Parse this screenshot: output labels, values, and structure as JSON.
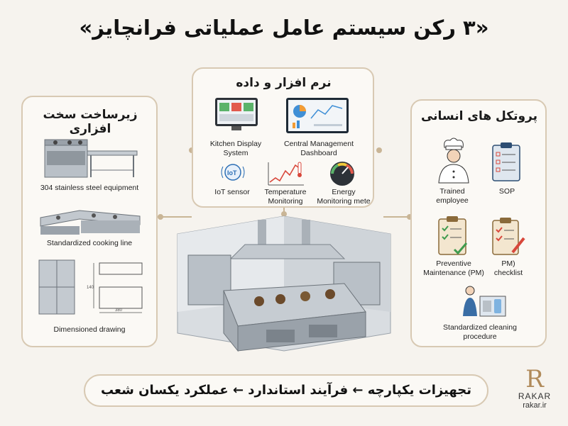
{
  "title": "«۳ رکن سیستم عامل عملیاتی فرانچایز»",
  "panels": {
    "hardware": {
      "title": "زیرساخت سخت افزاری",
      "items": [
        "304 stainless steel equipment",
        "Standardized cooking line",
        "Dimensioned drawing"
      ]
    },
    "software": {
      "title": "نرم افزار و داده",
      "items": [
        "Kitchen Display\nSystem",
        "Central Management\nDashboard",
        "IoT sensor",
        "Temperature\nMonitoring",
        "Energy\nMonitoring mete"
      ]
    },
    "human": {
      "title": "پروتکل های انسانی",
      "items": [
        "Trained\nemployee",
        "SOP",
        "Preventive\nMaintenance (PM)",
        "PM)\nchecklist",
        "Standardized cleaning\nprocedure"
      ]
    }
  },
  "icons": {
    "iot": "IoT",
    "drawing_h": "140",
    "drawing_w": "380"
  },
  "footer": "تجهیزات یکپارچه ← فرآیند استاندارد ← عملکرد یکسان شعب",
  "logo": {
    "mark": "R",
    "name": "RAKAR",
    "url": "rakar.ir"
  },
  "colors": {
    "background": "#f6f3ee",
    "panel_border": "#d8c9b3",
    "accent": "#b08a5a",
    "steel": "#a9b0b8"
  }
}
